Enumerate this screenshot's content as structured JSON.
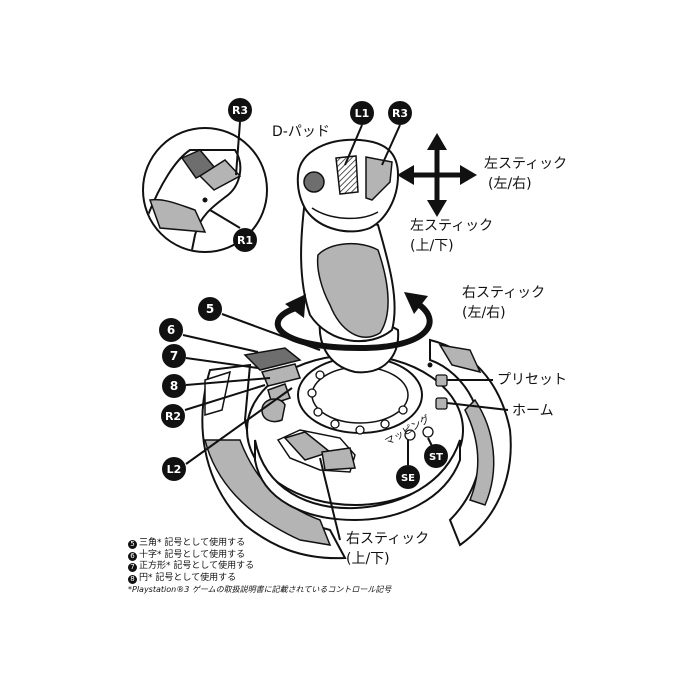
{
  "badges": {
    "r3_inset": "R3",
    "l1": "L1",
    "r3_stick": "R3",
    "r1": "R1",
    "b5": "5",
    "b6": "6",
    "b7": "7",
    "b8": "8",
    "r2": "R2",
    "l2": "L2",
    "se": "SE",
    "st": "ST"
  },
  "labels": {
    "dpad": "D-パッド",
    "left_stick_lr_1": "左スティック",
    "left_stick_lr_2": "(左/右)",
    "left_stick_ud_1": "左スティック",
    "left_stick_ud_2": "(上/下)",
    "right_stick_lr_1": "右スティック",
    "right_stick_lr_2": "(左/右)",
    "preset": "プリセット",
    "home": "ホーム",
    "mapping": "マッピング",
    "right_stick_ud_1": "右スティック",
    "right_stick_ud_2": "(上/下)"
  },
  "notes": [
    {
      "num": "5",
      "text": "三角* 記号として使用する"
    },
    {
      "num": "6",
      "text": "十字* 記号として使用する"
    },
    {
      "num": "7",
      "text": "正方形* 記号として使用する"
    },
    {
      "num": "8",
      "text": "円* 記号として使用する"
    }
  ],
  "footnote": "*Playstation®3 ゲームの取扱説明書に記載されているコントロール記号",
  "colors": {
    "gray_fill": "#b4b4b4",
    "dark_fill": "#6e6e6e",
    "outline": "#111111",
    "badge": "#111111"
  }
}
